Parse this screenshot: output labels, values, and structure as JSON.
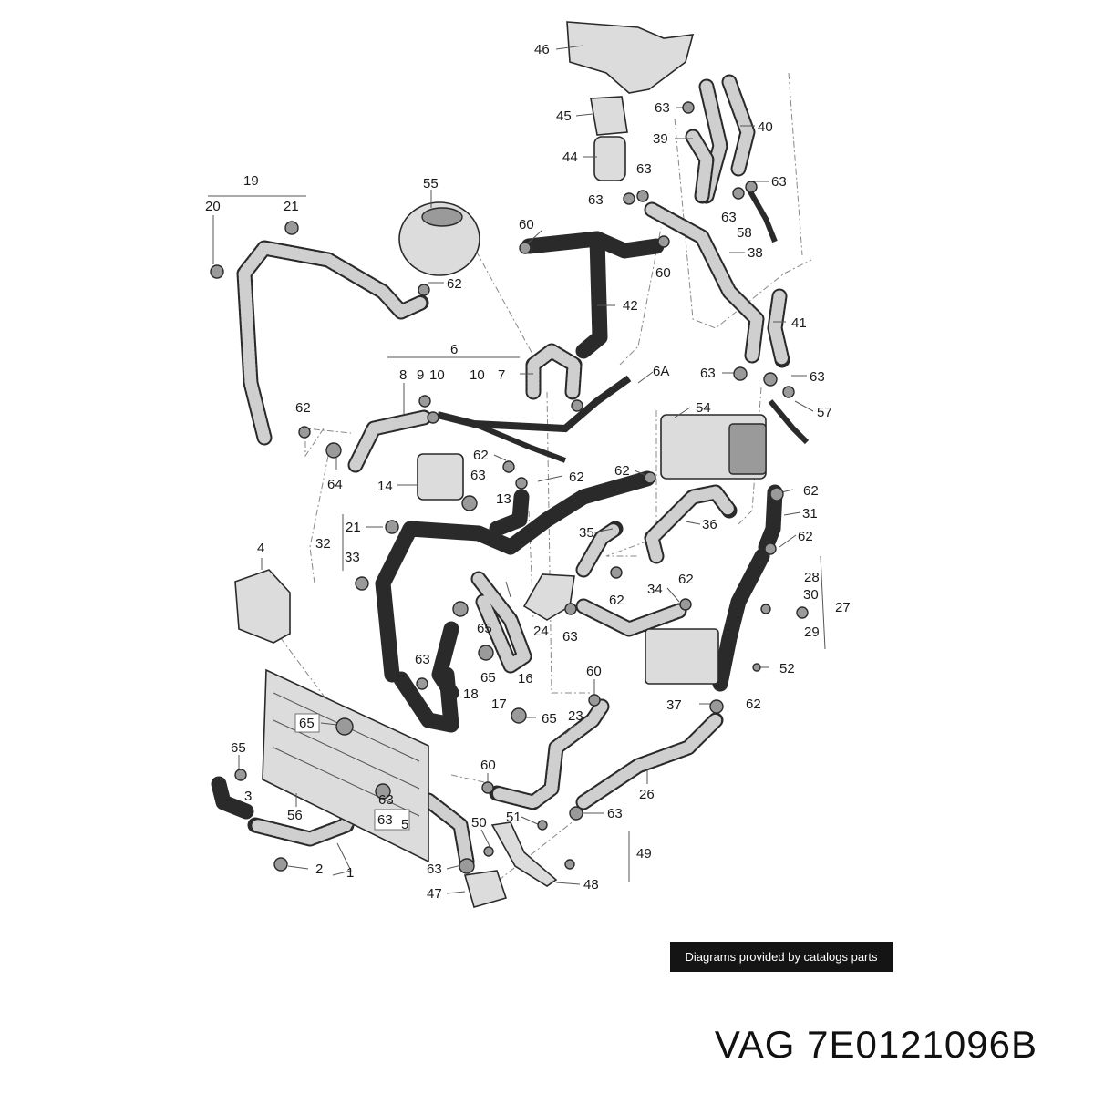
{
  "callouts": [
    {
      "id": "c46",
      "text": "46"
    },
    {
      "id": "c45",
      "text": "45"
    },
    {
      "id": "c44",
      "text": "44"
    },
    {
      "id": "c63a",
      "text": "63"
    },
    {
      "id": "c39",
      "text": "39"
    },
    {
      "id": "c40",
      "text": "40"
    },
    {
      "id": "c63b",
      "text": "63"
    },
    {
      "id": "c63c",
      "text": "63"
    },
    {
      "id": "c63d",
      "text": "63"
    },
    {
      "id": "c63e",
      "text": "63"
    },
    {
      "id": "c58",
      "text": "58"
    },
    {
      "id": "c19",
      "text": "19"
    },
    {
      "id": "c20",
      "text": "20"
    },
    {
      "id": "c21a",
      "text": "21"
    },
    {
      "id": "c55",
      "text": "55"
    },
    {
      "id": "c60a",
      "text": "60"
    },
    {
      "id": "c38",
      "text": "38"
    },
    {
      "id": "c60b",
      "text": "60"
    },
    {
      "id": "c62a",
      "text": "62"
    },
    {
      "id": "c42",
      "text": "42"
    },
    {
      "id": "c41",
      "text": "41"
    },
    {
      "id": "c6",
      "text": "6"
    },
    {
      "id": "c8",
      "text": "8"
    },
    {
      "id": "c9",
      "text": "9"
    },
    {
      "id": "c10a",
      "text": "10"
    },
    {
      "id": "c10b",
      "text": "10"
    },
    {
      "id": "c7",
      "text": "7"
    },
    {
      "id": "c6A",
      "text": "6A"
    },
    {
      "id": "c63f",
      "text": "63"
    },
    {
      "id": "c63g",
      "text": "63"
    },
    {
      "id": "c62b",
      "text": "62"
    },
    {
      "id": "c57",
      "text": "57"
    },
    {
      "id": "c54",
      "text": "54"
    },
    {
      "id": "c64",
      "text": "64"
    },
    {
      "id": "c62c",
      "text": "62"
    },
    {
      "id": "c14",
      "text": "14"
    },
    {
      "id": "c63h",
      "text": "63"
    },
    {
      "id": "c62d",
      "text": "62"
    },
    {
      "id": "c62e",
      "text": "62"
    },
    {
      "id": "c13",
      "text": "13"
    },
    {
      "id": "c62f",
      "text": "62"
    },
    {
      "id": "c31",
      "text": "31"
    },
    {
      "id": "c21b",
      "text": "21"
    },
    {
      "id": "c32",
      "text": "32"
    },
    {
      "id": "c33",
      "text": "33"
    },
    {
      "id": "c35",
      "text": "35"
    },
    {
      "id": "c36",
      "text": "36"
    },
    {
      "id": "c62g",
      "text": "62"
    },
    {
      "id": "c4",
      "text": "4"
    },
    {
      "id": "c28",
      "text": "28"
    },
    {
      "id": "c30",
      "text": "30"
    },
    {
      "id": "c27",
      "text": "27"
    },
    {
      "id": "c29",
      "text": "29"
    },
    {
      "id": "c62h",
      "text": "62"
    },
    {
      "id": "c62i",
      "text": "62"
    },
    {
      "id": "c34",
      "text": "34"
    },
    {
      "id": "c24",
      "text": "24"
    },
    {
      "id": "c63i",
      "text": "63"
    },
    {
      "id": "c65a",
      "text": "65"
    },
    {
      "id": "c63j",
      "text": "63"
    },
    {
      "id": "c65b",
      "text": "65"
    },
    {
      "id": "c16",
      "text": "16"
    },
    {
      "id": "c52",
      "text": "52"
    },
    {
      "id": "c60c",
      "text": "60"
    },
    {
      "id": "c18",
      "text": "18"
    },
    {
      "id": "c17",
      "text": "17"
    },
    {
      "id": "c37",
      "text": "37"
    },
    {
      "id": "c62j",
      "text": "62"
    },
    {
      "id": "c65c",
      "text": "65"
    },
    {
      "id": "c23",
      "text": "23"
    },
    {
      "id": "c65d",
      "text": "65"
    },
    {
      "id": "c65e",
      "text": "65"
    },
    {
      "id": "c3",
      "text": "3"
    },
    {
      "id": "c60d",
      "text": "60"
    },
    {
      "id": "c56",
      "text": "56"
    },
    {
      "id": "c26",
      "text": "26"
    },
    {
      "id": "c63k",
      "text": "63"
    },
    {
      "id": "c5",
      "text": "5"
    },
    {
      "id": "c63l",
      "text": "63"
    },
    {
      "id": "c51",
      "text": "51"
    },
    {
      "id": "c50",
      "text": "50"
    },
    {
      "id": "c49",
      "text": "49"
    },
    {
      "id": "c2",
      "text": "2"
    },
    {
      "id": "c1",
      "text": "1"
    },
    {
      "id": "c63m",
      "text": "63"
    },
    {
      "id": "c48",
      "text": "48"
    },
    {
      "id": "c47",
      "text": "47"
    },
    {
      "id": "c63n",
      "text": "63"
    }
  ],
  "credit_text": "Diagrams provided by catalogs parts",
  "part_title": "VAG 7E0121096B"
}
